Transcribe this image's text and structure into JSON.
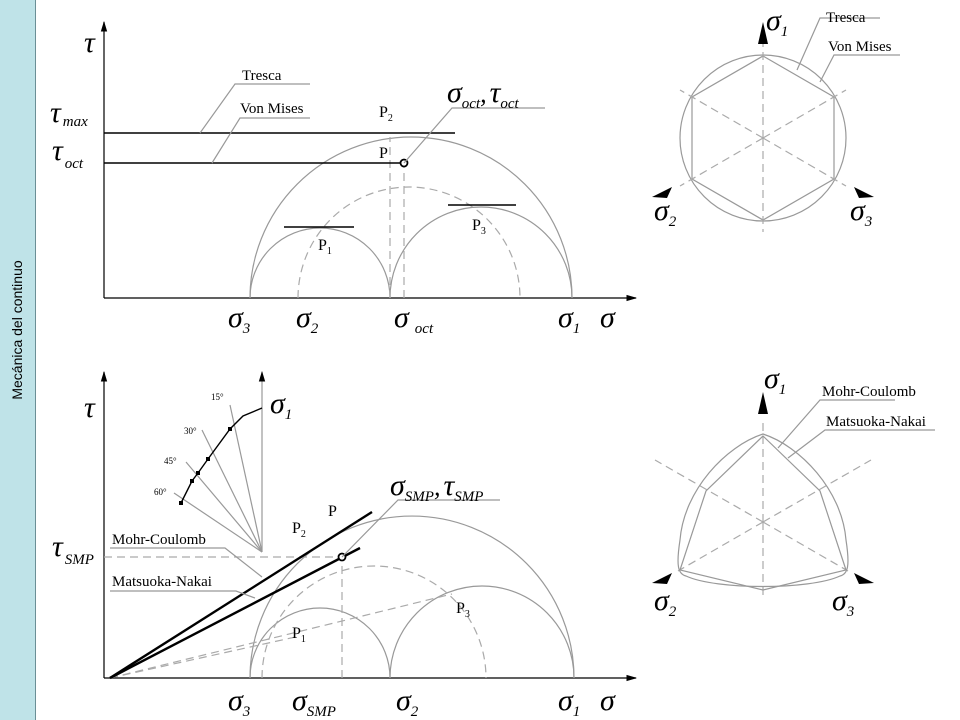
{
  "sidebar": {
    "title": "Mecánica del continuo"
  },
  "top_left": {
    "tau_axis": "τ",
    "sigma_axis": "σ",
    "tau_max_main": "τ",
    "tau_max_sub": "max",
    "tau_oct_main": "τ",
    "tau_oct_sub": "oct",
    "tresca": "Tresca",
    "von_mises": "Von Mises",
    "point_label_a": "σ",
    "point_label_a_sub": "oct",
    "point_label_sep": ",",
    "point_label_b": "τ",
    "point_label_b_sub": "oct",
    "P": "P",
    "P1": "P",
    "P1_sub": "1",
    "P2": "P",
    "P2_sub": "2",
    "P3": "P",
    "P3_sub": "3",
    "s3": "σ",
    "s3_sub": "3",
    "s2": "σ",
    "s2_sub": "2",
    "soct": "σ",
    "soct_sub": "oct",
    "s1": "σ",
    "s1_sub": "1"
  },
  "top_right": {
    "s1": "σ",
    "s1_sub": "1",
    "s2": "σ",
    "s2_sub": "2",
    "s3": "σ",
    "s3_sub": "3",
    "tresca": "Tresca",
    "von_mises": "Von Mises"
  },
  "bottom_left": {
    "tau_axis": "τ",
    "sigma_axis": "σ",
    "tau_smp_main": "τ",
    "tau_smp_sub": "SMP",
    "mohr_coulomb": "Mohr-Coulomb",
    "matsuoka_nakai": "Matsuoka-Nakai",
    "point_label_a": "σ",
    "point_label_a_sub": "SMP",
    "point_label_sep": ",",
    "point_label_b": "τ",
    "point_label_b_sub": "SMP",
    "P": "P",
    "P1": "P",
    "P1_sub": "1",
    "P2": "P",
    "P2_sub": "2",
    "P3": "P",
    "P3_sub": "3",
    "s3": "σ",
    "s3_sub": "3",
    "ssmp": "σ",
    "ssmp_sub": "SMP",
    "s2": "σ",
    "s2_sub": "2",
    "s1": "σ",
    "s1_sub": "1",
    "inset_s1": "σ",
    "inset_s1_sub": "1",
    "inset_angles": [
      "15°",
      "30°",
      "45°",
      "60°"
    ]
  },
  "bottom_right": {
    "s1": "σ",
    "s1_sub": "1",
    "s2": "σ",
    "s2_sub": "2",
    "s3": "σ",
    "s3_sub": "3",
    "mohr_coulomb": "Mohr-Coulomb",
    "matsuoka_nakai": "Matsuoka-Nakai"
  }
}
